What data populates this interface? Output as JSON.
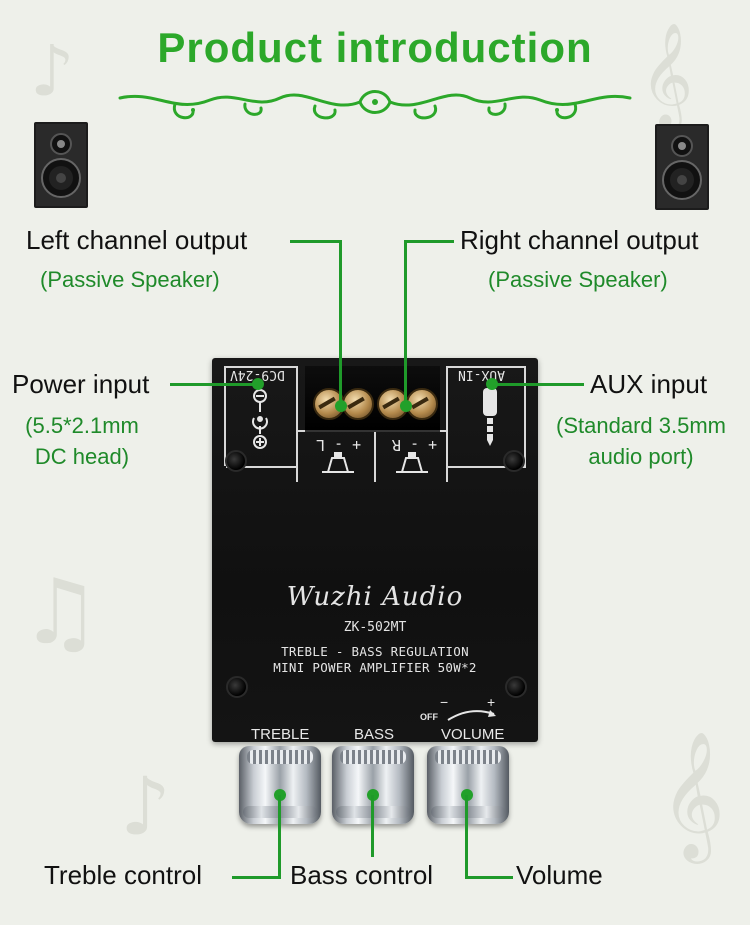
{
  "title": "Product introduction",
  "labels": {
    "left_output": "Left channel output",
    "left_output_sub": "(Passive Speaker)",
    "right_output": "Right channel output",
    "right_output_sub": "(Passive Speaker)",
    "power_input": "Power input",
    "power_input_sub1": "(5.5*2.1mm",
    "power_input_sub2": "DC head)",
    "aux_input": "AUX input",
    "aux_input_sub1": "(Standard 3.5mm",
    "aux_input_sub2": "audio port)",
    "treble_control": "Treble control",
    "bass_control": "Bass control",
    "volume": "Volume"
  },
  "board": {
    "dc_label": "DC9-24V",
    "aux_label": "AUX-IN",
    "left_term": "+ - L",
    "right_term": "+ - R",
    "brand": "Wuzhi Audio",
    "model": "ZK-502MT",
    "line1": "TREBLE - BASS REGULATION",
    "line2": "MINI POWER AMPLIFIER 50W*2",
    "knob_treble": "TREBLE",
    "knob_bass": "BASS",
    "knob_volume": "VOLUME",
    "vol_off": "OFF",
    "vol_minus": "−",
    "vol_plus": "+"
  },
  "colors": {
    "title_green": "#2ca82a",
    "label_green": "#1f8a2a",
    "leader_green": "#1f9a2a"
  }
}
